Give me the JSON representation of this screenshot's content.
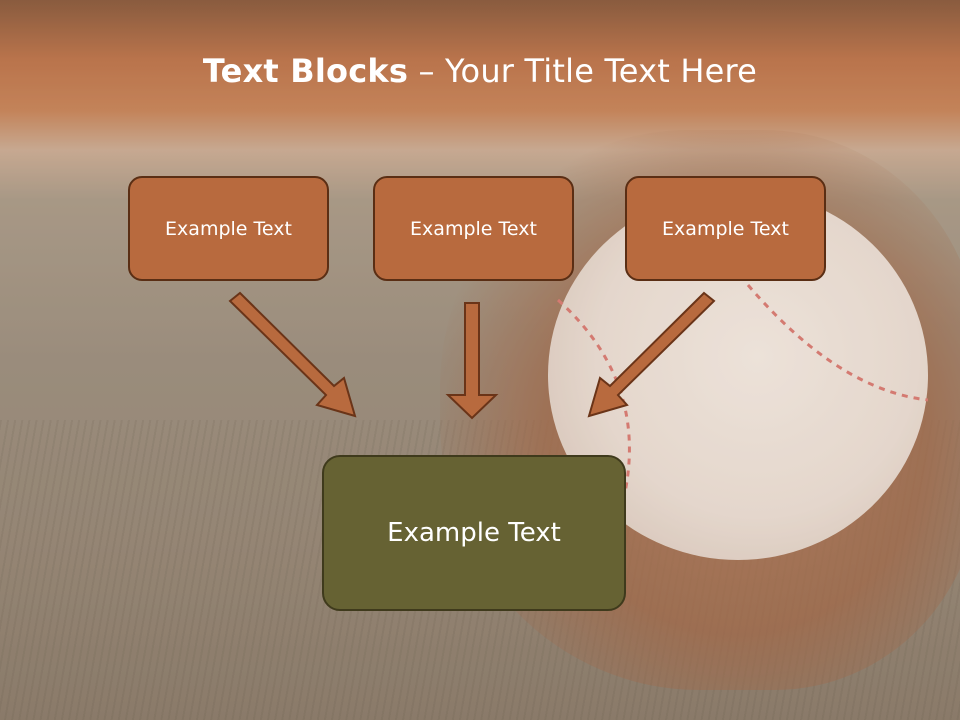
{
  "slide": {
    "title_bold": "Text Blocks",
    "title_rest": " – Your Title Text Here",
    "boxes": [
      {
        "label": "Example Text"
      },
      {
        "label": "Example Text"
      },
      {
        "label": "Example Text"
      }
    ],
    "center_box": {
      "label": "Example Text"
    }
  },
  "colors": {
    "header": "#b8683c",
    "box_fill": "#b86a3e",
    "box_border": "#5a2e14",
    "center_fill": "#666233",
    "arrow_fill": "#b86a3e"
  }
}
